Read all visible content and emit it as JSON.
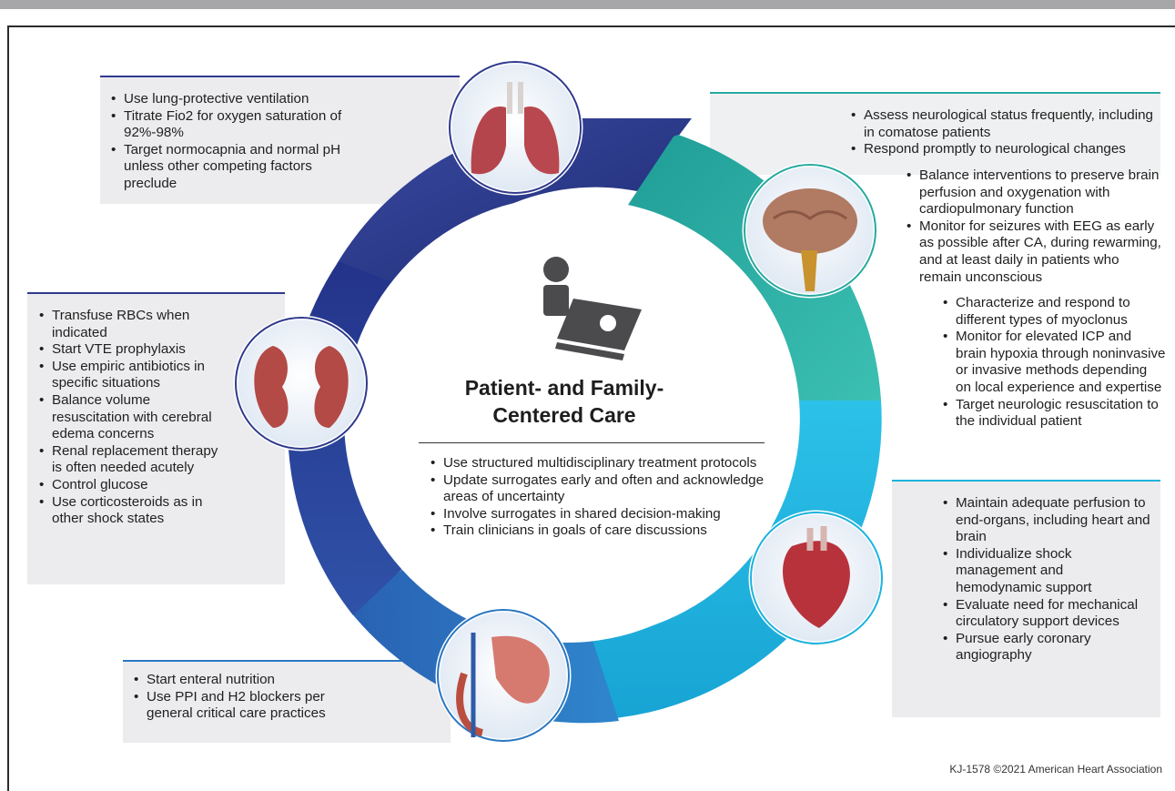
{
  "colors": {
    "navy": "#2f3a8d",
    "dark_blue": "#1f2f7d",
    "teal": "#27aaa0",
    "cyan": "#1ab3dd",
    "mid_blue": "#2a77c2",
    "light_teal": "#19a0cf"
  },
  "center": {
    "title_line1": "Patient- and Family-",
    "title_line2": "Centered Care",
    "bullets": [
      "Use structured multidisciplinary treatment protocols",
      "Update surrogates early and often and acknowledge areas of uncertainty",
      "Involve surrogates in shared decision-making",
      "Train clinicians in goals of care discussions"
    ],
    "icon": "patient-bed-family-icon"
  },
  "lungs": {
    "icon": "lungs-icon",
    "bullets": [
      "Use lung-protective ventilation",
      "Titrate Fio2 for oxygen saturation of 92%-98%",
      "Target normocapnia and normal pH unless other competing factors preclude"
    ]
  },
  "brain": {
    "icon": "brain-icon",
    "bullets_top": [
      "Assess neurological status frequently, including in comatose patients",
      "Respond promptly to neurological changes"
    ],
    "bullets_mid": [
      "Balance interventions to preserve brain perfusion and oxygenation with cardiopulmonary function",
      "Monitor for seizures with EEG as early as possible after CA, during rewarming, and at least daily in patients who remain unconscious"
    ],
    "bullets_low": [
      "Characterize and respond to different types of myoclonus",
      "Monitor for elevated ICP and brain hypoxia through noninvasive or invasive methods depending on local experience and expertise",
      "Target neurologic resuscitation to the individual patient"
    ]
  },
  "kidneys": {
    "icon": "kidneys-icon",
    "bullets": [
      "Transfuse RBCs when indicated",
      "Start VTE prophylaxis",
      "Use empiric antibiotics in specific situations",
      "Balance volume resuscitation with cerebral edema concerns",
      "Renal replacement therapy is often needed acutely",
      "Control glucose",
      "Use corticosteroids as in other shock states"
    ]
  },
  "heart": {
    "icon": "heart-icon",
    "bullets": [
      "Maintain adequate perfusion to end-organs, including heart and brain",
      "Individualize shock management and hemodynamic support",
      "Evaluate need for mechanical circulatory support devices",
      "Pursue early coronary angiography"
    ]
  },
  "gut": {
    "icon": "stomach-intestine-icon",
    "bullets": [
      "Start enteral nutrition",
      "Use PPI and H2 blockers per general critical care practices"
    ]
  },
  "credit": "KJ-1578 ©2021 American Heart Association"
}
